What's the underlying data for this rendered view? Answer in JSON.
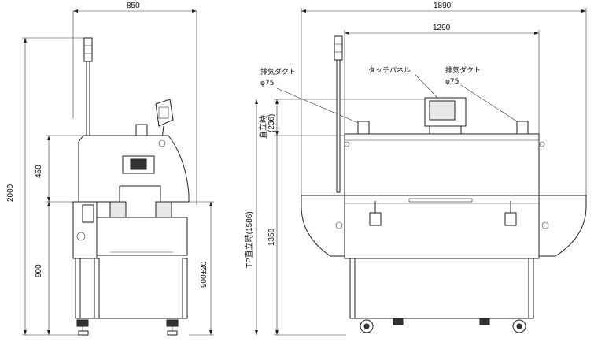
{
  "dims": {
    "side_width": "850",
    "total_width": "1890",
    "inner_width": "1290",
    "height_total": "2000",
    "height_450": "450",
    "height_900": "900",
    "height_900_tol": "900±20",
    "height_1350": "1350",
    "tp_upright": "TP直立時(1586)",
    "upright": "直立時",
    "upright_236": "(236)"
  },
  "labels": {
    "exhaust_left": "排気ダクト",
    "exhaust_left_size": "φ75",
    "touch_panel": "タッチパネル",
    "exhaust_right": "排気ダクト",
    "exhaust_right_size": "φ75"
  }
}
